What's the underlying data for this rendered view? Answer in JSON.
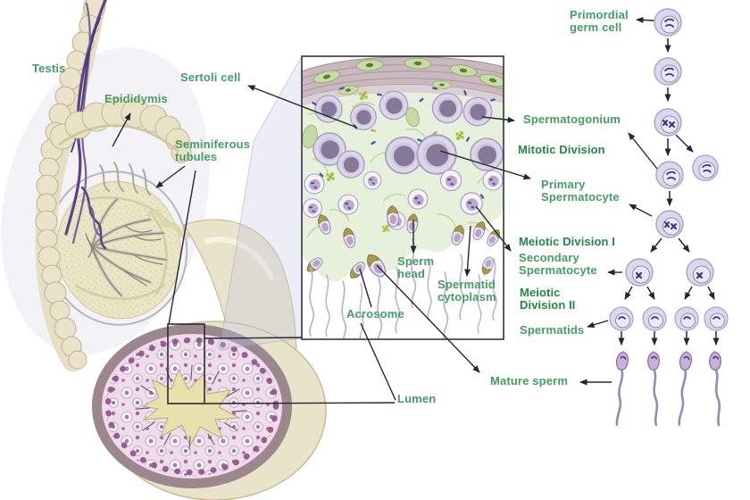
{
  "diagram": {
    "subject": "Spermatogenesis in the testis and seminiferous tubule",
    "anatomy_labels": {
      "testis": "Testis",
      "epididymis": "Epididymis",
      "seminiferous_tubules": "Seminiferous\ntubules",
      "sertoli_cell": "Sertoli cell",
      "sperm_head": "Sperm\nhead",
      "spermatid_cytoplasm": "Spermatid\ncytoplasm",
      "acrosome": "Acrosome",
      "lumen": "Lumen",
      "mature_sperm": "Mature sperm"
    },
    "lineage_labels": {
      "primordial_germ_cell": "Primordial\ngerm cell",
      "spermatogonium": "Spermatogonium",
      "mitotic_division": "Mitotic Division",
      "primary_spermatocyte": "Primary\nSpermatocyte",
      "meiotic_division_1": "Meiotic Division I",
      "secondary_spermatocyte": "Secondary\nSpermatocyte",
      "meiotic_division_2": "Meiotic\nDivision II",
      "spermatids": "Spermatids",
      "mature_sperm": "Mature sperm"
    },
    "colors": {
      "label_green": "#449e63",
      "heading_green": "#1e8a43",
      "cell_fill": "#d9d8ec",
      "cell_stroke": "#a5a3c8",
      "chromosome_purple": "#37308e",
      "acrosome_olive": "#a79b45",
      "tubule_cytoplasm_green": "#e7f0db",
      "cross_section_pink": "#efdcea",
      "tissue_cream": "#e9e4c9",
      "vessel_purple": "#5d4187",
      "connector_black": "#26262e"
    }
  }
}
